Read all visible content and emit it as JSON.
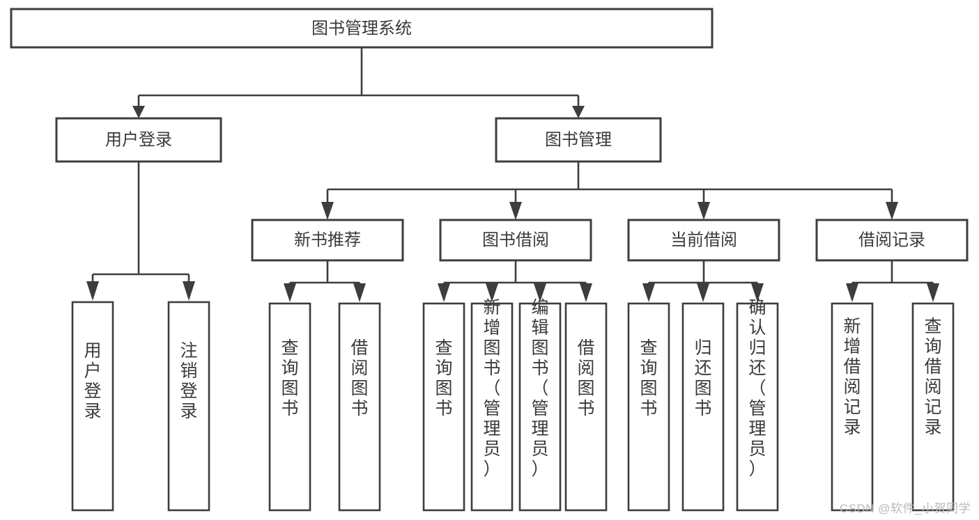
{
  "diagram": {
    "type": "tree",
    "title": "图书管理系统",
    "watermark": "CSDN @软件_小贺同学",
    "colors": {
      "stroke": "#3d3d3d",
      "text": "#3a3a3a",
      "background": "#ffffff",
      "watermark": "#b9b9b9"
    },
    "root": {
      "label": "图书管理系统"
    },
    "level2": [
      {
        "label": "用户登录"
      },
      {
        "label": "图书管理"
      }
    ],
    "level3": [
      {
        "label": "新书推荐"
      },
      {
        "label": "图书借阅"
      },
      {
        "label": "当前借阅"
      },
      {
        "label": "借阅记录"
      }
    ],
    "leaves": {
      "user_login": [
        {
          "label": "用户登录"
        },
        {
          "label": "注销登录"
        }
      ],
      "new_book_recommend": [
        {
          "label": "查询图书"
        },
        {
          "label": "借阅图书"
        }
      ],
      "book_borrow": [
        {
          "label": "查询图书"
        },
        {
          "label": "新增图书（管理员）"
        },
        {
          "label": "编辑图书（管理员）"
        },
        {
          "label": "借阅图书"
        }
      ],
      "current_borrow": [
        {
          "label": "查询图书"
        },
        {
          "label": "归还图书"
        },
        {
          "label": "确认归还（管理员）"
        }
      ],
      "borrow_records": [
        {
          "label": "新增借阅记录"
        },
        {
          "label": "查询借阅记录"
        }
      ]
    }
  }
}
